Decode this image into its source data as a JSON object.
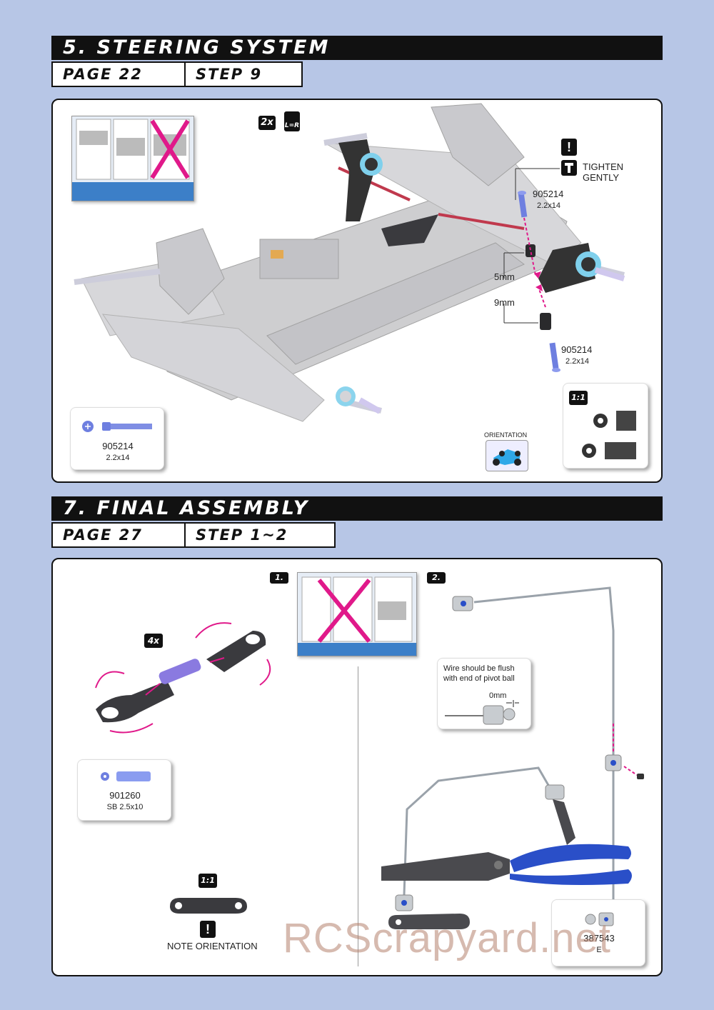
{
  "section1": {
    "title": "5. STEERING SYSTEM",
    "page_label": "PAGE 22",
    "step_label": "STEP 9",
    "qty_badge": "2x",
    "lr_badge": "L=R",
    "tighten_label": "TIGHTEN GENTLY",
    "screw_top_part": "905214",
    "screw_top_size": "2.2x14",
    "spacer_5": "5mm",
    "spacer_9": "9mm",
    "screw_bottom_part": "905214",
    "screw_bottom_size": "2.2x14",
    "part_box_number": "905214",
    "part_box_size": "2.2x14",
    "scale_badge": "1:1",
    "orientation_label": "ORIENTATION"
  },
  "section2": {
    "title": "7. FINAL ASSEMBLY",
    "page_label": "PAGE 27",
    "step_label": "STEP 1~2",
    "step1_badge": "1.",
    "step2_badge": "2.",
    "qty_badge": "4x",
    "part_box_number": "901260",
    "part_box_size": "SB 2.5x10",
    "scale_badge": "1:1",
    "note_label": "NOTE ORIENTATION",
    "wire_note_line1": "Wire should be flush",
    "wire_note_line2": "with end of pivot ball",
    "zero_mm": "0mm",
    "ball_part_number": "387543",
    "ball_part_letter": "E"
  },
  "watermark": "RCScrapyard.net",
  "colors": {
    "background": "#b7c6e6",
    "header_black": "#111111",
    "accent_magenta": "#e0198a",
    "part_blue": "#6e7fe0",
    "plier_blue": "#2a4fc8"
  }
}
